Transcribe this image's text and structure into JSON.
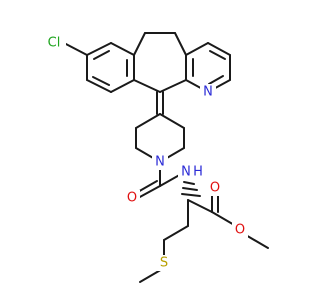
{
  "molecule": {
    "atom_labels": {
      "chlorine": "Cl",
      "pyridine_nitrogen": "N",
      "piperidine_nitrogen": "N",
      "carbonyl_oxygen_amide": "O",
      "amide_nitrogen": "N",
      "amide_hydrogen": "H",
      "ester_carbonyl_oxygen": "O",
      "ester_oxygen": "O",
      "sulfur": "S"
    },
    "colors": {
      "bond": "#1a1a1a",
      "chlorine": "#1fa51f",
      "nitrogen": "#2b2bd6",
      "oxygen": "#e01010",
      "sulfur": "#b8a000"
    }
  }
}
